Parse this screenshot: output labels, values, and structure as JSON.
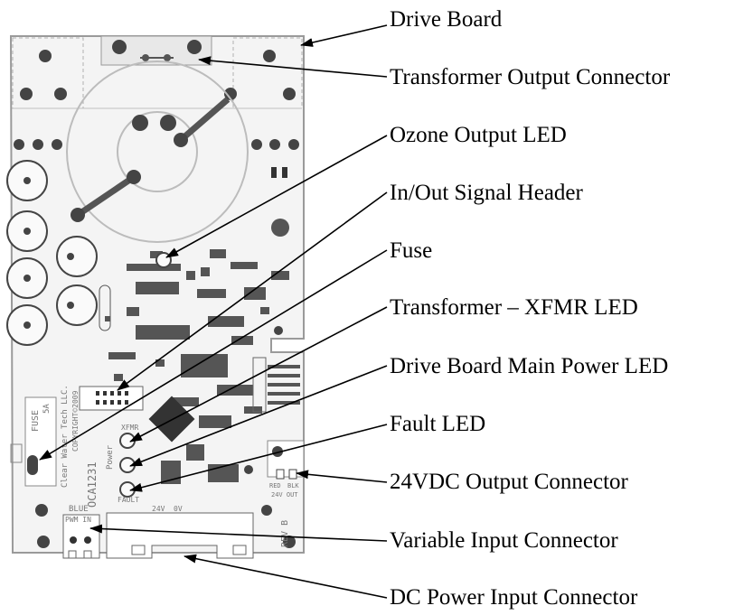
{
  "callouts": [
    {
      "id": "drive-board",
      "text": "Drive Board"
    },
    {
      "id": "transformer-output-connector",
      "text": "Transformer Output Connector"
    },
    {
      "id": "ozone-output-led",
      "text": "Ozone Output LED"
    },
    {
      "id": "in-out-signal-header",
      "text": "In/Out Signal Header"
    },
    {
      "id": "fuse",
      "text": "Fuse"
    },
    {
      "id": "transformer-xfmr-led",
      "text": "Transformer – XFMR LED"
    },
    {
      "id": "drive-board-main-power-led",
      "text": "Drive Board Main Power LED"
    },
    {
      "id": "fault-led",
      "text": "Fault LED"
    },
    {
      "id": "24vdc-output-connector",
      "text": "24VDC Output Connector"
    },
    {
      "id": "variable-input-connector",
      "text": "Variable Input Connector"
    },
    {
      "id": "dc-power-input-connector",
      "text": "DC Power Input Connector"
    }
  ],
  "board_text": {
    "fuse_label": "FUSE",
    "fuse_rating": "5A",
    "company": "Clear Water Tech LLC.",
    "copyright": "COPYRIGHT©2009",
    "part_number": "OCA1231",
    "led_xfmr": "XFMR",
    "led_power": "Power",
    "led_fault": "FAULT",
    "blue": "BLUE",
    "pwm_in": "PWM IN",
    "v24": "24V",
    "v0": "0V",
    "red": "RED",
    "blk": "BLK",
    "v24_out": "24V OUT",
    "rev": "REV B"
  }
}
